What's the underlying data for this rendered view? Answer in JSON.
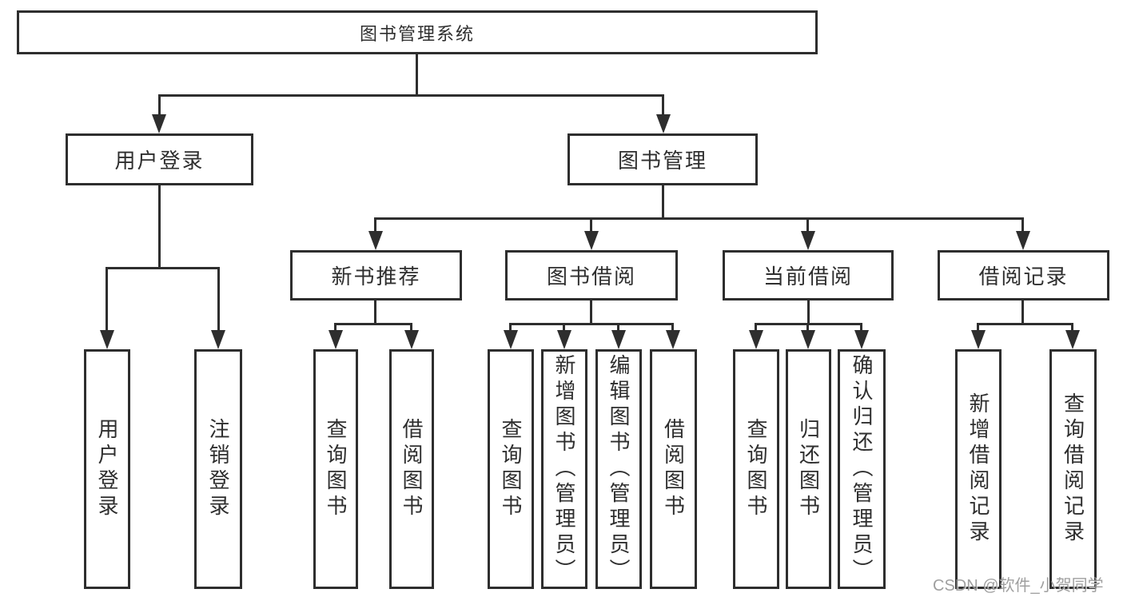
{
  "diagram": {
    "root": {
      "label": "图书管理系统"
    },
    "level1": [
      {
        "id": "user-login",
        "label": "用户登录",
        "children": [
          "用户登录",
          "注销登录"
        ]
      },
      {
        "id": "book-management",
        "label": "图书管理"
      }
    ],
    "level2": [
      {
        "id": "new-book-recommend",
        "label": "新书推荐",
        "children": [
          "查询图书",
          "借阅图书"
        ]
      },
      {
        "id": "book-borrow",
        "label": "图书借阅",
        "children": [
          "查询图书",
          "新增图书（管理员）",
          "编辑图书（管理员）",
          "借阅图书"
        ]
      },
      {
        "id": "current-borrow",
        "label": "当前借阅",
        "children": [
          "查询图书",
          "归还图书",
          "确认归还（管理员）"
        ]
      },
      {
        "id": "borrow-records",
        "label": "借阅记录",
        "children": [
          "新增借阅记录",
          "查询借阅记录"
        ]
      }
    ]
  },
  "watermark": "CSDN @软件_小贺同学",
  "colors": {
    "line": "#2e2e2e",
    "text": "#2e2e2e",
    "box_background": "#ffffff",
    "page_background": "#ffffff",
    "watermark_text": "#8f8f8f"
  }
}
